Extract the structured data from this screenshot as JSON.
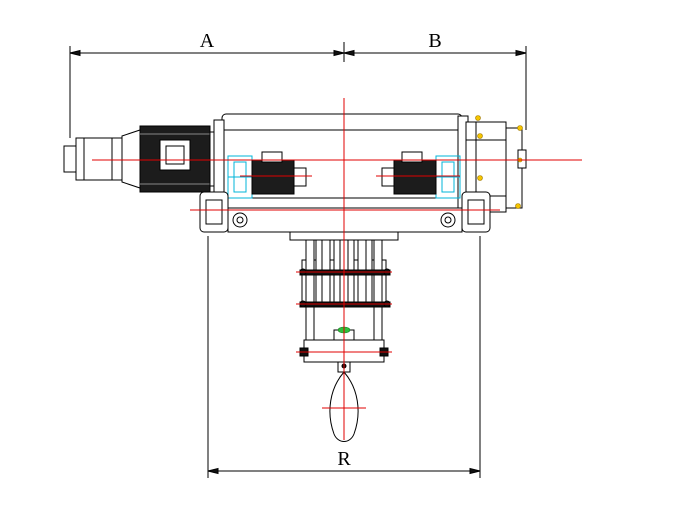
{
  "dimensions": {
    "a_label": "A",
    "b_label": "B",
    "r_label": "R"
  },
  "colors": {
    "outline": "#000000",
    "centerline": "#e00000",
    "coupling": "#00b4d8",
    "lubrication_point": "#f4c400",
    "hook_latch": "#2fbf3a"
  }
}
